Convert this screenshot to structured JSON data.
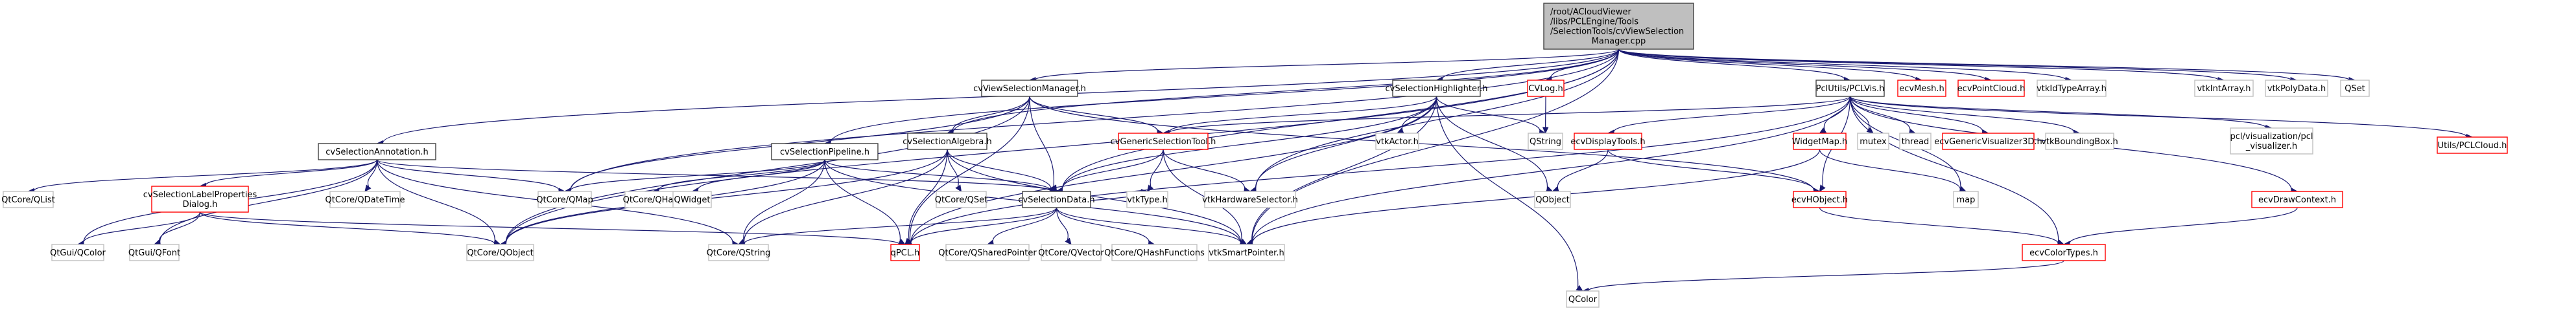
{
  "title": "Include dependency graph for cvViewSelectionManager.cpp",
  "node_styles": {
    "root": {
      "fill": "#bfbfbf",
      "border": "#404040"
    },
    "documented": {
      "fill": "#ffffff",
      "border": "#404040"
    },
    "undocumented": {
      "fill": "#ffffff",
      "border": "#ff0000"
    },
    "external": {
      "fill": "#ffffff",
      "border": "#c0c0c0"
    },
    "edge_color": "#191970"
  },
  "nodes": [
    {
      "id": "root",
      "label": [
        "/root/ACloudViewer",
        "/libs/PCLEngine/Tools",
        "/SelectionTools/cvViewSelection",
        "Manager.cpp"
      ],
      "kind": "root"
    },
    {
      "id": "annotation",
      "label": [
        "cvSelectionAnnotation.h"
      ],
      "kind": "documented"
    },
    {
      "id": "pipeline",
      "label": [
        "cvSelectionPipeline.h"
      ],
      "kind": "documented"
    },
    {
      "id": "algebra",
      "label": [
        "cvSelectionAlgebra.h"
      ],
      "kind": "documented"
    },
    {
      "id": "vsmgr",
      "label": [
        "cvViewSelectionManager.h"
      ],
      "kind": "documented"
    },
    {
      "id": "highlighter",
      "label": [
        "cvSelectionHighlighter.h"
      ],
      "kind": "documented"
    },
    {
      "id": "cvlog",
      "label": [
        "CVLog.h"
      ],
      "kind": "undocumented"
    },
    {
      "id": "pclvis",
      "label": [
        "PclUtils/PCLVis.h"
      ],
      "kind": "documented"
    },
    {
      "id": "ecvmesh",
      "label": [
        "ecvMesh.h"
      ],
      "kind": "undocumented"
    },
    {
      "id": "ecvpc",
      "label": [
        "ecvPointCloud.h"
      ],
      "kind": "undocumented"
    },
    {
      "id": "vtkidtype",
      "label": [
        "vtkIdTypeArray.h"
      ],
      "kind": "external"
    },
    {
      "id": "vtkint",
      "label": [
        "vtkIntArray.h"
      ],
      "kind": "external"
    },
    {
      "id": "vtkpoly",
      "label": [
        "vtkPolyData.h"
      ],
      "kind": "external"
    },
    {
      "id": "qset",
      "label": [
        "QSet"
      ],
      "kind": "external"
    },
    {
      "id": "qlist",
      "label": [
        "QtCore/QList"
      ],
      "kind": "external"
    },
    {
      "id": "labeldlg",
      "label": [
        "cvSelectionLabelProperties",
        "Dialog.h"
      ],
      "kind": "undocumented"
    },
    {
      "id": "qdatetime",
      "label": [
        "QtCore/QDateTime"
      ],
      "kind": "external"
    },
    {
      "id": "qmap",
      "label": [
        "QtCore/QMap"
      ],
      "kind": "external"
    },
    {
      "id": "qhash",
      "label": [
        "QtCore/QHash"
      ],
      "kind": "external"
    },
    {
      "id": "qwidget",
      "label": [
        "QWidget"
      ],
      "kind": "external"
    },
    {
      "id": "qtqset",
      "label": [
        "QtCore/QSet"
      ],
      "kind": "external"
    },
    {
      "id": "seldata",
      "label": [
        "cvSelectionData.h"
      ],
      "kind": "documented"
    },
    {
      "id": "generic",
      "label": [
        "cvGenericSelectionTool.h"
      ],
      "kind": "undocumented"
    },
    {
      "id": "vtktype",
      "label": [
        "vtkType.h"
      ],
      "kind": "external"
    },
    {
      "id": "vtkhw",
      "label": [
        "vtkHardwareSelector.h"
      ],
      "kind": "external"
    },
    {
      "id": "vtkactor",
      "label": [
        "vtkActor.h"
      ],
      "kind": "external"
    },
    {
      "id": "qstring",
      "label": [
        "QString"
      ],
      "kind": "external"
    },
    {
      "id": "dispTools",
      "label": [
        "ecvDisplayTools.h"
      ],
      "kind": "undocumented"
    },
    {
      "id": "qobject",
      "label": [
        "QObject"
      ],
      "kind": "external"
    },
    {
      "id": "widgetmap",
      "label": [
        "WidgetMap.h"
      ],
      "kind": "undocumented"
    },
    {
      "id": "mutex",
      "label": [
        "mutex"
      ],
      "kind": "external"
    },
    {
      "id": "thread",
      "label": [
        "thread"
      ],
      "kind": "external"
    },
    {
      "id": "genvis3d",
      "label": [
        "ecvGenericVisualizer3D.h"
      ],
      "kind": "undocumented"
    },
    {
      "id": "vtkbbox",
      "label": [
        "vtkBoundingBox.h"
      ],
      "kind": "external"
    },
    {
      "id": "pclvisualizer",
      "label": [
        "pcl/visualization/pcl",
        "_visualizer.h"
      ],
      "kind": "external"
    },
    {
      "id": "pclcloud",
      "label": [
        "Utils/PCLCloud.h"
      ],
      "kind": "undocumented"
    },
    {
      "id": "ecvhobject",
      "label": [
        "ecvHObject.h"
      ],
      "kind": "undocumented"
    },
    {
      "id": "map",
      "label": [
        "map"
      ],
      "kind": "external"
    },
    {
      "id": "drawctx",
      "label": [
        "ecvDrawContext.h"
      ],
      "kind": "undocumented"
    },
    {
      "id": "qcolor_gui",
      "label": [
        "QtGui/QColor"
      ],
      "kind": "external"
    },
    {
      "id": "qfont",
      "label": [
        "QtGui/QFont"
      ],
      "kind": "external"
    },
    {
      "id": "qobject_core",
      "label": [
        "QtCore/QObject"
      ],
      "kind": "external"
    },
    {
      "id": "qstring_core",
      "label": [
        "QtCore/QString"
      ],
      "kind": "external"
    },
    {
      "id": "qpcl",
      "label": [
        "qPCL.h"
      ],
      "kind": "undocumented"
    },
    {
      "id": "qshared",
      "label": [
        "QtCore/QSharedPointer"
      ],
      "kind": "external"
    },
    {
      "id": "qvector",
      "label": [
        "QtCore/QVector"
      ],
      "kind": "external"
    },
    {
      "id": "qhashfn",
      "label": [
        "QtCore/QHashFunctions"
      ],
      "kind": "external"
    },
    {
      "id": "vtksmart",
      "label": [
        "vtkSmartPointer.h"
      ],
      "kind": "external"
    },
    {
      "id": "colortypes",
      "label": [
        "ecvColorTypes.h"
      ],
      "kind": "undocumented"
    },
    {
      "id": "qcolor",
      "label": [
        "QColor"
      ],
      "kind": "external"
    }
  ],
  "edges": [
    [
      "root",
      "annotation"
    ],
    [
      "root",
      "pipeline"
    ],
    [
      "root",
      "algebra"
    ],
    [
      "root",
      "vsmgr"
    ],
    [
      "root",
      "highlighter"
    ],
    [
      "root",
      "cvlog"
    ],
    [
      "root",
      "pclvis"
    ],
    [
      "root",
      "ecvmesh"
    ],
    [
      "root",
      "ecvpc"
    ],
    [
      "root",
      "vtkidtype"
    ],
    [
      "root",
      "vtkint"
    ],
    [
      "root",
      "vtkpoly"
    ],
    [
      "root",
      "qset"
    ],
    [
      "root",
      "seldata"
    ],
    [
      "root",
      "vtkhw"
    ],
    [
      "root",
      "qmap"
    ],
    [
      "root",
      "qobject_core"
    ],
    [
      "root",
      "vtksmart"
    ],
    [
      "annotation",
      "qlist"
    ],
    [
      "annotation",
      "labeldlg"
    ],
    [
      "annotation",
      "qdatetime"
    ],
    [
      "annotation",
      "qcolor_gui"
    ],
    [
      "annotation",
      "qfont"
    ],
    [
      "annotation",
      "qobject_core"
    ],
    [
      "annotation",
      "qstring_core"
    ],
    [
      "annotation",
      "qmap"
    ],
    [
      "annotation",
      "seldata"
    ],
    [
      "labeldlg",
      "qcolor_gui"
    ],
    [
      "labeldlg",
      "qfont"
    ],
    [
      "labeldlg",
      "qobject_core"
    ],
    [
      "labeldlg",
      "qpcl"
    ],
    [
      "pipeline",
      "qmap"
    ],
    [
      "pipeline",
      "qhash"
    ],
    [
      "pipeline",
      "qwidget"
    ],
    [
      "pipeline",
      "qobject_core"
    ],
    [
      "pipeline",
      "qstring_core"
    ],
    [
      "pipeline",
      "qpcl"
    ],
    [
      "pipeline",
      "seldata"
    ],
    [
      "pipeline",
      "vtksmart"
    ],
    [
      "algebra",
      "qtqset"
    ],
    [
      "algebra",
      "seldata"
    ],
    [
      "algebra",
      "qobject_core"
    ],
    [
      "algebra",
      "qpcl"
    ],
    [
      "algebra",
      "vtksmart"
    ],
    [
      "algebra",
      "qstring_core"
    ],
    [
      "vsmgr",
      "algebra"
    ],
    [
      "vsmgr",
      "generic"
    ],
    [
      "vsmgr",
      "seldata"
    ],
    [
      "vsmgr",
      "qobject_core"
    ],
    [
      "vsmgr",
      "qpcl"
    ],
    [
      "vsmgr",
      "qmap"
    ],
    [
      "vsmgr",
      "ecvhobject"
    ],
    [
      "highlighter",
      "vtkactor"
    ],
    [
      "highlighter",
      "qstring"
    ],
    [
      "highlighter",
      "seldata"
    ],
    [
      "highlighter",
      "generic"
    ],
    [
      "highlighter",
      "vtksmart"
    ],
    [
      "highlighter",
      "qobject"
    ],
    [
      "highlighter",
      "qcolor"
    ],
    [
      "highlighter",
      "qpcl"
    ],
    [
      "highlighter",
      "vtkhw"
    ],
    [
      "cvlog",
      "qstring"
    ],
    [
      "generic",
      "seldata"
    ],
    [
      "generic",
      "vtktype"
    ],
    [
      "generic",
      "vtkhw"
    ],
    [
      "generic",
      "vtksmart"
    ],
    [
      "seldata",
      "qpcl"
    ],
    [
      "seldata",
      "qshared"
    ],
    [
      "seldata",
      "qvector"
    ],
    [
      "seldata",
      "qhashfn"
    ],
    [
      "seldata",
      "vtksmart"
    ],
    [
      "seldata",
      "qstring_core"
    ],
    [
      "seldata",
      "vtktype"
    ],
    [
      "pclvis",
      "dispTools"
    ],
    [
      "pclvis",
      "widgetmap"
    ],
    [
      "pclvis",
      "mutex"
    ],
    [
      "pclvis",
      "thread"
    ],
    [
      "pclvis",
      "genvis3d"
    ],
    [
      "pclvis",
      "vtkbbox"
    ],
    [
      "pclvis",
      "pclvisualizer"
    ],
    [
      "pclvis",
      "pclcloud"
    ],
    [
      "pclvis",
      "ecvhobject"
    ],
    [
      "pclvis",
      "map"
    ],
    [
      "pclvis",
      "drawctx"
    ],
    [
      "pclvis",
      "colortypes"
    ],
    [
      "pclvis",
      "qpcl"
    ],
    [
      "pclvis",
      "vtksmart"
    ],
    [
      "pclvis",
      "generic"
    ],
    [
      "dispTools",
      "qobject"
    ],
    [
      "dispTools",
      "ecvhobject"
    ],
    [
      "widgetmap",
      "map"
    ],
    [
      "widgetmap",
      "vtksmart"
    ],
    [
      "ecvhobject",
      "colortypes"
    ],
    [
      "drawctx",
      "colortypes"
    ],
    [
      "colortypes",
      "qcolor"
    ]
  ]
}
